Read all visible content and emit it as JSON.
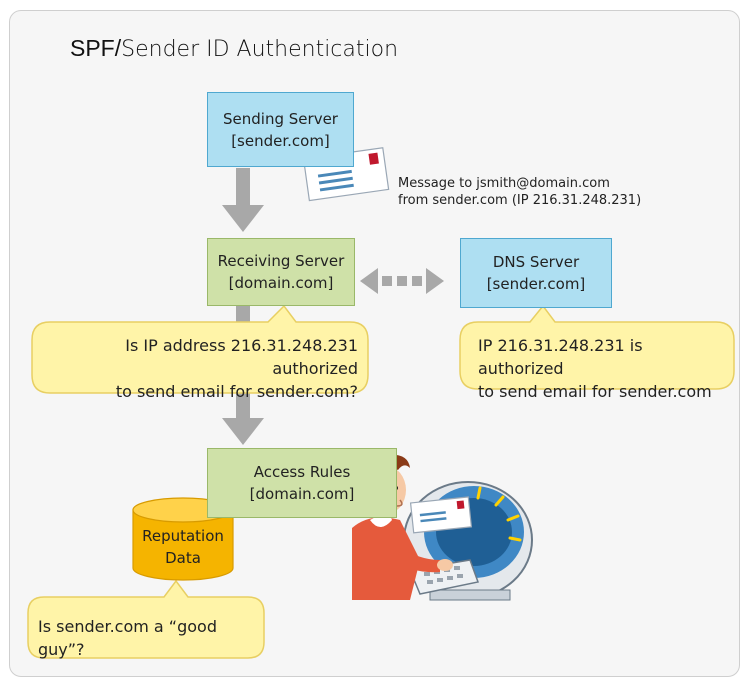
{
  "title": {
    "prefix": "SPF/",
    "main": "Sender ID Authentication"
  },
  "nodes": {
    "sending_server": {
      "line1": "Sending Server",
      "line2": "[sender.com]"
    },
    "receiving_server": {
      "line1": "Receiving Server",
      "line2": "[domain.com]"
    },
    "dns_server": {
      "line1": "DNS Server",
      "line2": "[sender.com]"
    },
    "access_rules": {
      "line1": "Access Rules",
      "line2": "[domain.com]"
    },
    "reputation_data": {
      "line1": "Reputation",
      "line2": "Data"
    }
  },
  "message_note": {
    "line1": "Message to jsmith@domain.com",
    "line2": "from sender.com (IP 216.31.248.231)"
  },
  "bubbles": {
    "query": {
      "line1": "Is IP address 216.31.248.231 authorized",
      "line2": "to send email for sender.com?"
    },
    "answer": {
      "line1": "IP 216.31.248.231 is authorized",
      "line2": "to send email for sender.com"
    },
    "reputation": {
      "line1": "Is sender.com a “good guy”?"
    }
  },
  "colors": {
    "blue_box": "#aedff2",
    "green_box": "#cfe1a8",
    "bubble_fill": "#fff4a8",
    "bubble_stroke": "#e8cf62",
    "arrow": "#a8a8a8",
    "cylinder": "#f5b400"
  }
}
